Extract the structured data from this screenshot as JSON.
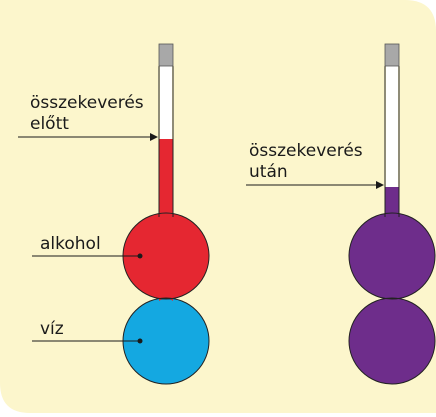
{
  "colors": {
    "background": "#FCF6CC",
    "alcohol": "#E52731",
    "water": "#14A8E1",
    "mixture": "#6E2D8B",
    "stopper": "#A8A8A8",
    "outline": "#222222"
  },
  "left_apparatus": {
    "label_before_line1": "összekeverés",
    "label_before_line2": "előtt",
    "label_alcohol": "alkohol",
    "label_water": "víz"
  },
  "right_apparatus": {
    "label_after_line1": "összekeverés",
    "label_after_line2": "után"
  }
}
